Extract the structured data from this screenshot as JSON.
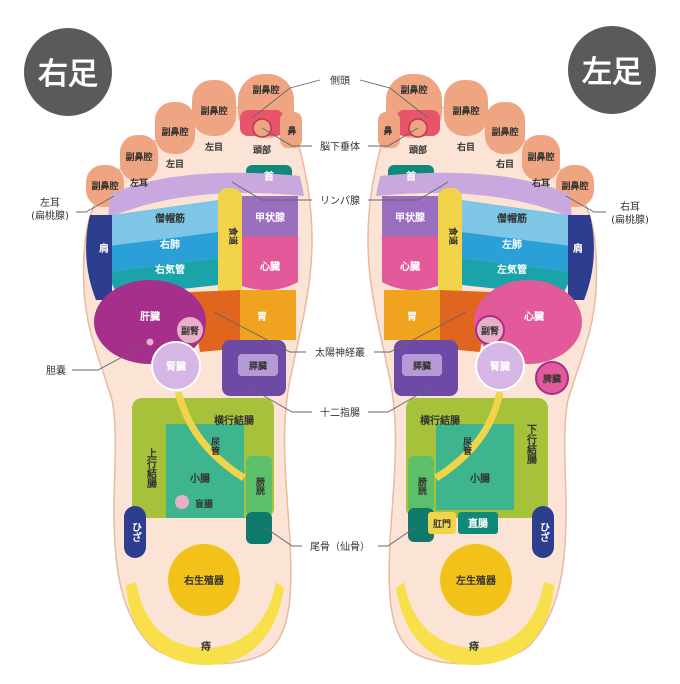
{
  "badges": {
    "right": "右足",
    "left": "左足"
  },
  "callouts": {
    "side_head": "側頭",
    "pituitary": "脳下垂体",
    "lymph": "リンパ腺",
    "solar_plexus": "太陽神経叢",
    "duodenum": "十二指腸",
    "coccyx": "尾骨（仙骨）",
    "ear_right_foot": "左耳",
    "ear_right_foot_sub": "(扁桃腺)",
    "ear_left_foot": "右耳",
    "ear_left_foot_sub": "(扁桃腺)",
    "gallbladder": "胆嚢"
  },
  "right_foot": {
    "sinus": "副鼻腔",
    "head": "頭部",
    "nose": "鼻",
    "eye": "左目",
    "ear": "左耳",
    "neck": "首",
    "trapezius": "僧帽筋",
    "lung": "右肺",
    "bronchus": "右気管",
    "esophagus": "食道",
    "thyroid": "甲状腺",
    "heart": "心臓",
    "shoulder": "肩",
    "liver": "肝臓",
    "adrenal": "副腎",
    "kidney": "腎臓",
    "stomach": "胃",
    "pancreas": "膵臓",
    "transverse_colon": "横行結腸",
    "ascending_colon": "上行結腸",
    "ureter": "尿管",
    "small_intestine": "小腸",
    "bladder": "膀胱",
    "cecum": "盲腸",
    "knee": "ひざ",
    "genital": "右生殖器",
    "hemorrhoid": "痔"
  },
  "left_foot": {
    "sinus": "副鼻腔",
    "head": "頭部",
    "nose": "鼻",
    "eye": "右目",
    "ear": "右耳",
    "neck": "首",
    "trapezius": "僧帽筋",
    "lung": "左肺",
    "bronchus": "左気管",
    "esophagus": "食道",
    "thyroid": "甲状腺",
    "heart": "心臓",
    "shoulder": "肩",
    "heart_large": "心臓",
    "adrenal": "副腎",
    "kidney": "腎臓",
    "stomach": "胃",
    "pancreas": "膵臓",
    "spleen": "脾臓",
    "transverse_colon": "横行結腸",
    "descending_colon": "下行結腸",
    "ureter": "尿管",
    "small_intestine": "小腸",
    "bladder": "膀胱",
    "anus": "肛門",
    "rectum": "直腸",
    "knee": "ひざ",
    "genital": "左生殖器",
    "hemorrhoid": "痔"
  },
  "colors": {
    "skin": "#fbe4d6",
    "toe": "#f0a582",
    "sinus_red": "#e8556a",
    "neck_teal": "#0f8a7a",
    "lymph_lavender": "#c9a8e0",
    "trapezius_blue": "#7fc6e6",
    "lung_blue": "#2a9fd8",
    "bronchus_teal": "#1aa3a8",
    "shoulder_navy": "#2d3e8f",
    "esophagus_yellow": "#f2d44a",
    "thyroid_purple": "#9b6fbf",
    "heart_pink": "#e35a9a",
    "liver_magenta": "#a62f8c",
    "orange": "#e0651f",
    "stomach_orange": "#f0a31f",
    "pancreas_purple": "#6d4aa6",
    "kidney_lilac": "#d5b6e4",
    "colon_green": "#a6c23a",
    "intestine_green": "#3fb58f",
    "bladder_green": "#5cbf6a",
    "coccyx_teal": "#0f7a6a",
    "genital_yellow": "#f2c21a",
    "heel_yellow": "#f7e04a",
    "badge_gray": "#5a5a5a"
  }
}
